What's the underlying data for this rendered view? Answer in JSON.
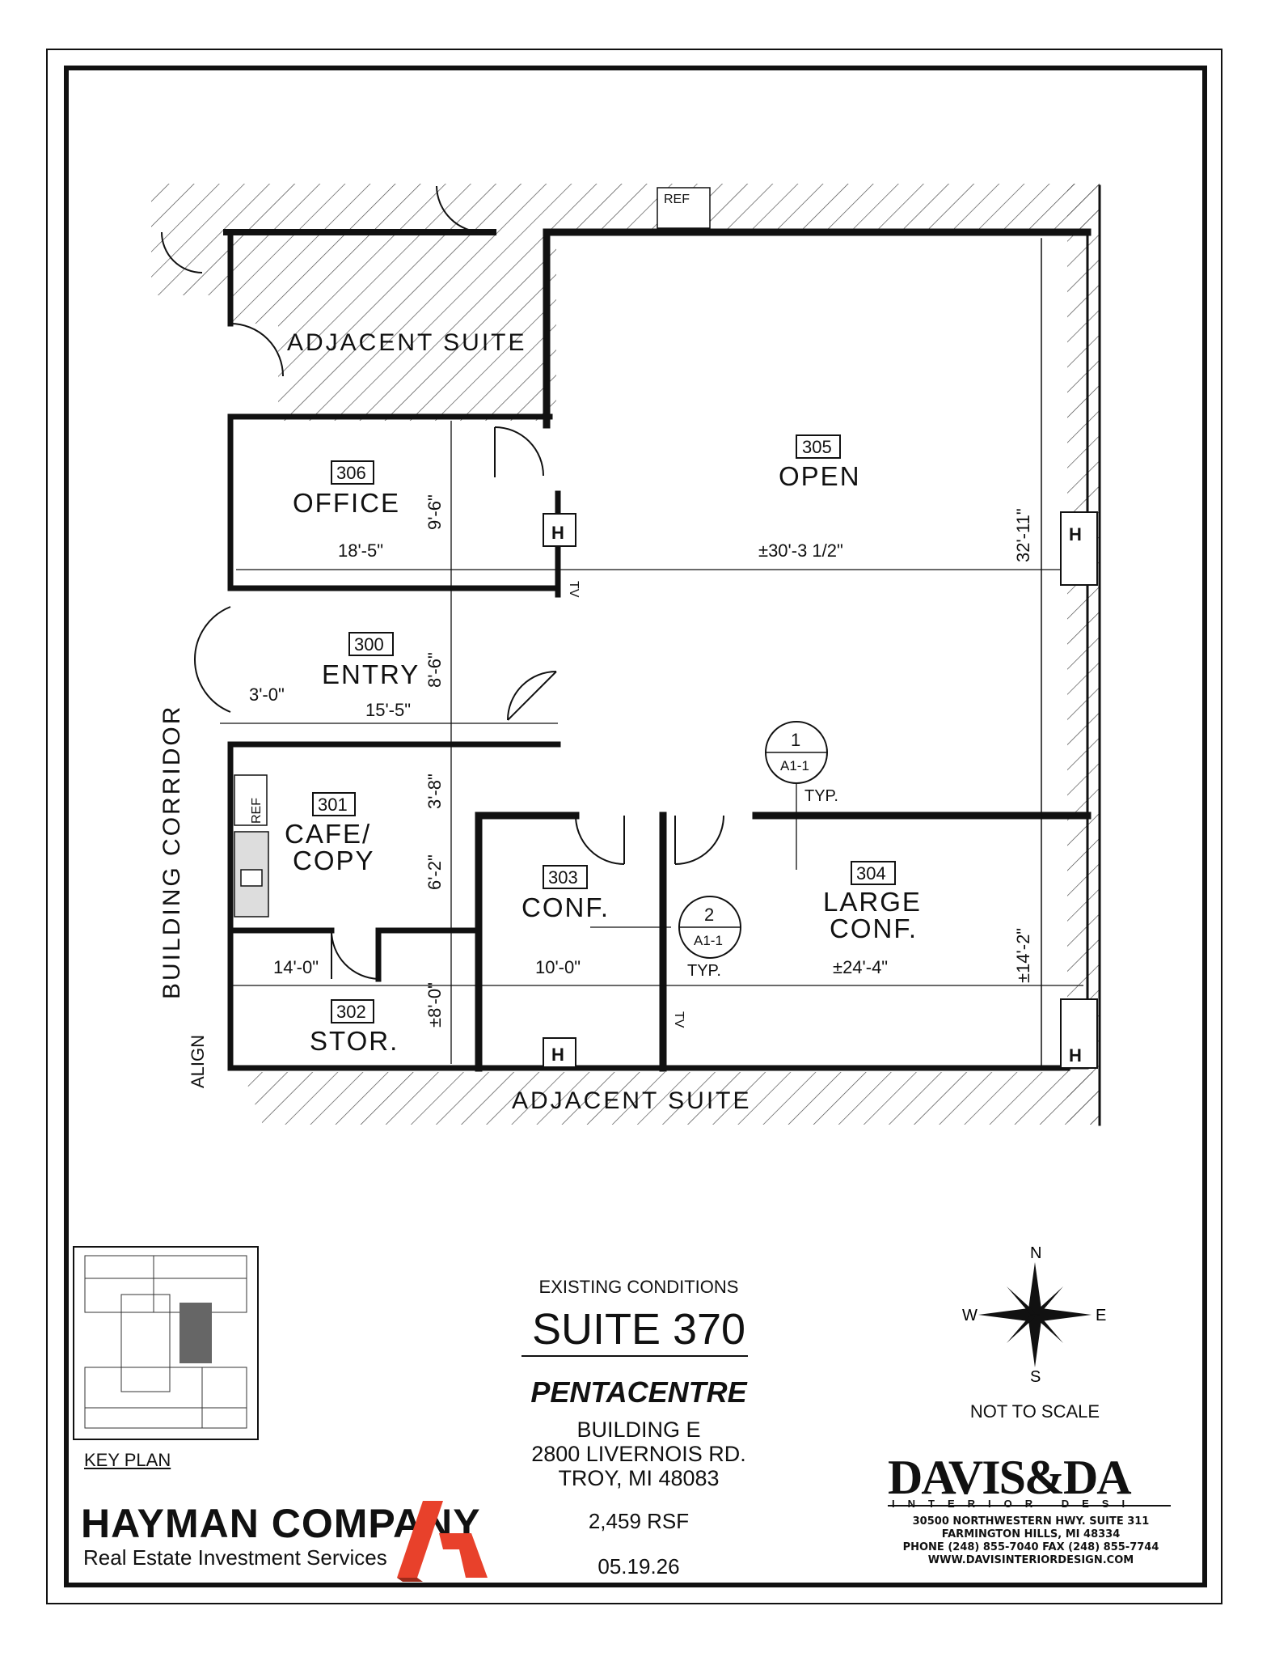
{
  "plan": {
    "adjacent_suite_top": "ADJACENT  SUITE",
    "adjacent_suite_bottom": "ADJACENT  SUITE",
    "building_corridor": "BUILDING CORRIDOR",
    "align": "ALIGN",
    "ref_top": "REF",
    "ref_cafe": "REF",
    "rooms": [
      {
        "num": "306",
        "name": "OFFICE"
      },
      {
        "num": "305",
        "name": "OPEN"
      },
      {
        "num": "300",
        "name": "ENTRY"
      },
      {
        "num": "301",
        "name": "CAFE/",
        "name2": "COPY"
      },
      {
        "num": "303",
        "name": "CONF."
      },
      {
        "num": "304",
        "name": "LARGE",
        "name2": "CONF."
      },
      {
        "num": "302",
        "name": "STOR."
      }
    ],
    "dims": {
      "office_h": "9'-6\"",
      "office_w": "18'-5\"",
      "open_w": "±30'-3 1/2\"",
      "open_h": "32'-11\"",
      "entry_h": "8'-6\"",
      "entry_w": "15'-5\"",
      "door_w": "3'-0\"",
      "cafe_h1": "3'-8\"",
      "cafe_h2": "6'-2\"",
      "stor_w": "14'-0\"",
      "stor_h": "±8'-0\"",
      "conf_w": "10'-0\"",
      "large_w": "±24'-4\"",
      "large_h": "±14'-2\""
    },
    "detail_1": {
      "num": "1",
      "sheet": "A1-1",
      "note": "TYP."
    },
    "detail_2": {
      "num": "2",
      "sheet": "A1-1",
      "note": "TYP."
    },
    "heater": "H",
    "tv": "TV"
  },
  "title_block": {
    "existing": "EXISTING CONDITIONS",
    "suite": "SUITE 370",
    "brand": "PENTACENTRE",
    "building": "BUILDING E",
    "street": "2800 LIVERNOIS RD.",
    "city": "TROY, MI 48083",
    "rsf": "2,459 RSF",
    "date": "05.19.26"
  },
  "key_plan_label": "KEY PLAN",
  "hayman": {
    "name": "HAYMAN COMPANY",
    "tagline": "Real Estate Investment Services",
    "brand_color": "#e8412b"
  },
  "compass": {
    "n": "N",
    "s": "S",
    "e": "E",
    "w": "W"
  },
  "not_to_scale": "NOT TO SCALE",
  "davis": {
    "name": "DAVIS&DA",
    "sub": "INTERIOR DESI",
    "addr1": "30500 NORTHWESTERN HWY. SUITE 311",
    "addr2": "FARMINGTON HILLS, MI 48334",
    "addr3": "PHONE (248) 855-7040  FAX (248) 855-7744",
    "addr4": "WWW.DAVISINTERIORDESIGN.COM"
  }
}
